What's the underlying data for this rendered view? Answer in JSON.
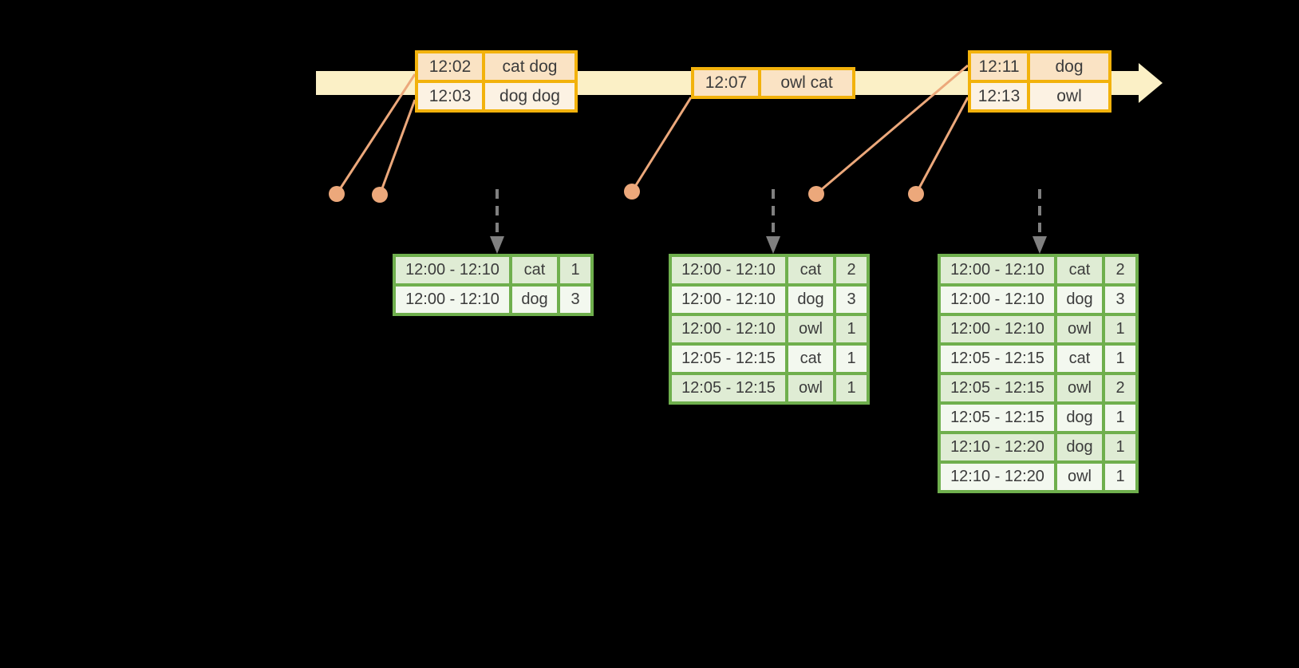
{
  "colors": {
    "background": "#000000",
    "timeline_fill": "#fbf0c6",
    "orange_border": "#f2b20c",
    "orange_row_dark": "#fae3c4",
    "orange_row_light": "#fcf2e3",
    "connector": "#eca87b",
    "green_border": "#6faf4d",
    "green_row_dark": "#dfecd4",
    "green_row_light": "#f3f8ef",
    "arrow_gray": "#808080",
    "text": "#3c3c3c"
  },
  "icons": {
    "timeline_arrowhead": "right-arrow",
    "event_marker": "dot",
    "trigger_arrowhead": "down-arrow"
  },
  "events": {
    "table1": {
      "rows": [
        {
          "time": "12:02",
          "words": "cat dog"
        },
        {
          "time": "12:03",
          "words": "dog dog"
        }
      ]
    },
    "table2": {
      "rows": [
        {
          "time": "12:07",
          "words": "owl cat"
        }
      ]
    },
    "table3": {
      "rows": [
        {
          "time": "12:11",
          "words": "dog"
        },
        {
          "time": "12:13",
          "words": "owl"
        }
      ]
    }
  },
  "results": {
    "table1": {
      "rows": [
        {
          "window": "12:00 - 12:10",
          "word": "cat",
          "count": "1"
        },
        {
          "window": "12:00 - 12:10",
          "word": "dog",
          "count": "3"
        }
      ]
    },
    "table2": {
      "rows": [
        {
          "window": "12:00 - 12:10",
          "word": "cat",
          "count": "2"
        },
        {
          "window": "12:00 - 12:10",
          "word": "dog",
          "count": "3"
        },
        {
          "window": "12:00 - 12:10",
          "word": "owl",
          "count": "1"
        },
        {
          "window": "12:05 - 12:15",
          "word": "cat",
          "count": "1"
        },
        {
          "window": "12:05 - 12:15",
          "word": "owl",
          "count": "1"
        }
      ]
    },
    "table3": {
      "rows": [
        {
          "window": "12:00 - 12:10",
          "word": "cat",
          "count": "2"
        },
        {
          "window": "12:00 - 12:10",
          "word": "dog",
          "count": "3"
        },
        {
          "window": "12:00 - 12:10",
          "word": "owl",
          "count": "1"
        },
        {
          "window": "12:05 - 12:15",
          "word": "cat",
          "count": "1"
        },
        {
          "window": "12:05 - 12:15",
          "word": "owl",
          "count": "2"
        },
        {
          "window": "12:05 - 12:15",
          "word": "dog",
          "count": "1"
        },
        {
          "window": "12:10 - 12:20",
          "word": "dog",
          "count": "1"
        },
        {
          "window": "12:10 - 12:20",
          "word": "owl",
          "count": "1"
        }
      ]
    }
  }
}
